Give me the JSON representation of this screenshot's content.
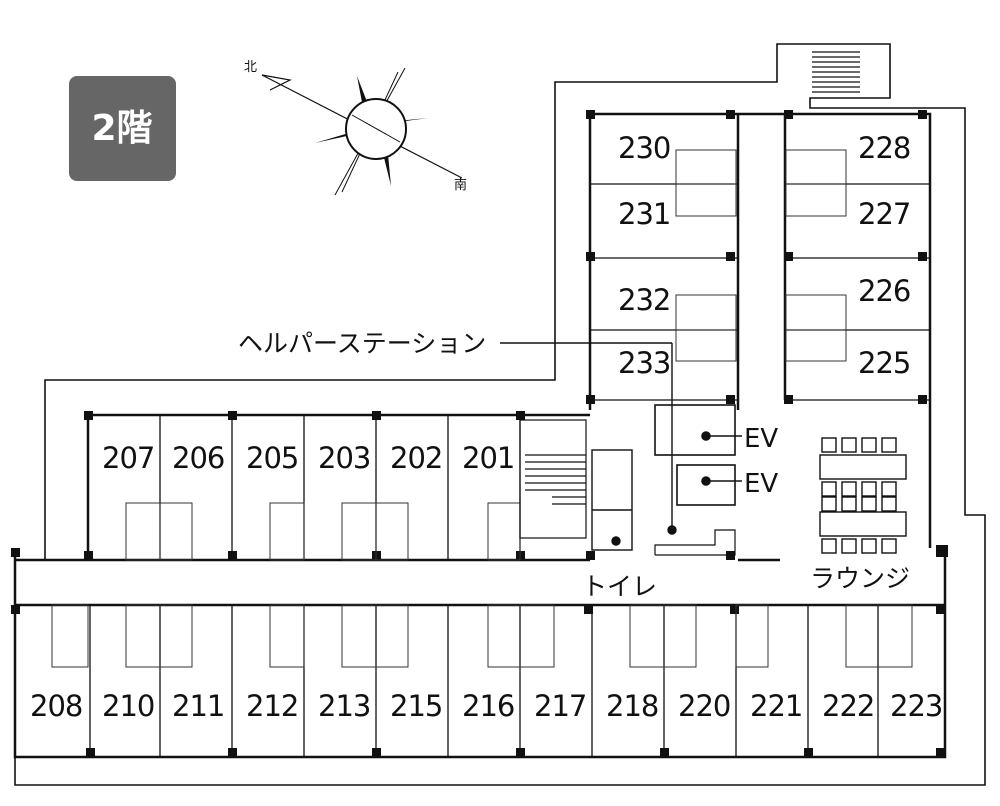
{
  "floor_label": "2階",
  "compass": {
    "north": "北",
    "south": "南"
  },
  "labels": {
    "helper_station": "ヘルパーステーション",
    "toilet": "トイレ",
    "lounge": "ラウンジ",
    "ev1": "EV",
    "ev2": "EV"
  },
  "rooms_north_wing_left": [
    "230",
    "231",
    "232",
    "233"
  ],
  "rooms_north_wing_right": [
    "228",
    "227",
    "226",
    "225"
  ],
  "rooms_upper_row": [
    "207",
    "206",
    "205",
    "203",
    "202",
    "201"
  ],
  "rooms_lower_row": [
    "208",
    "210",
    "211",
    "212",
    "213",
    "215",
    "216",
    "217",
    "218",
    "220",
    "221",
    "222",
    "223"
  ]
}
